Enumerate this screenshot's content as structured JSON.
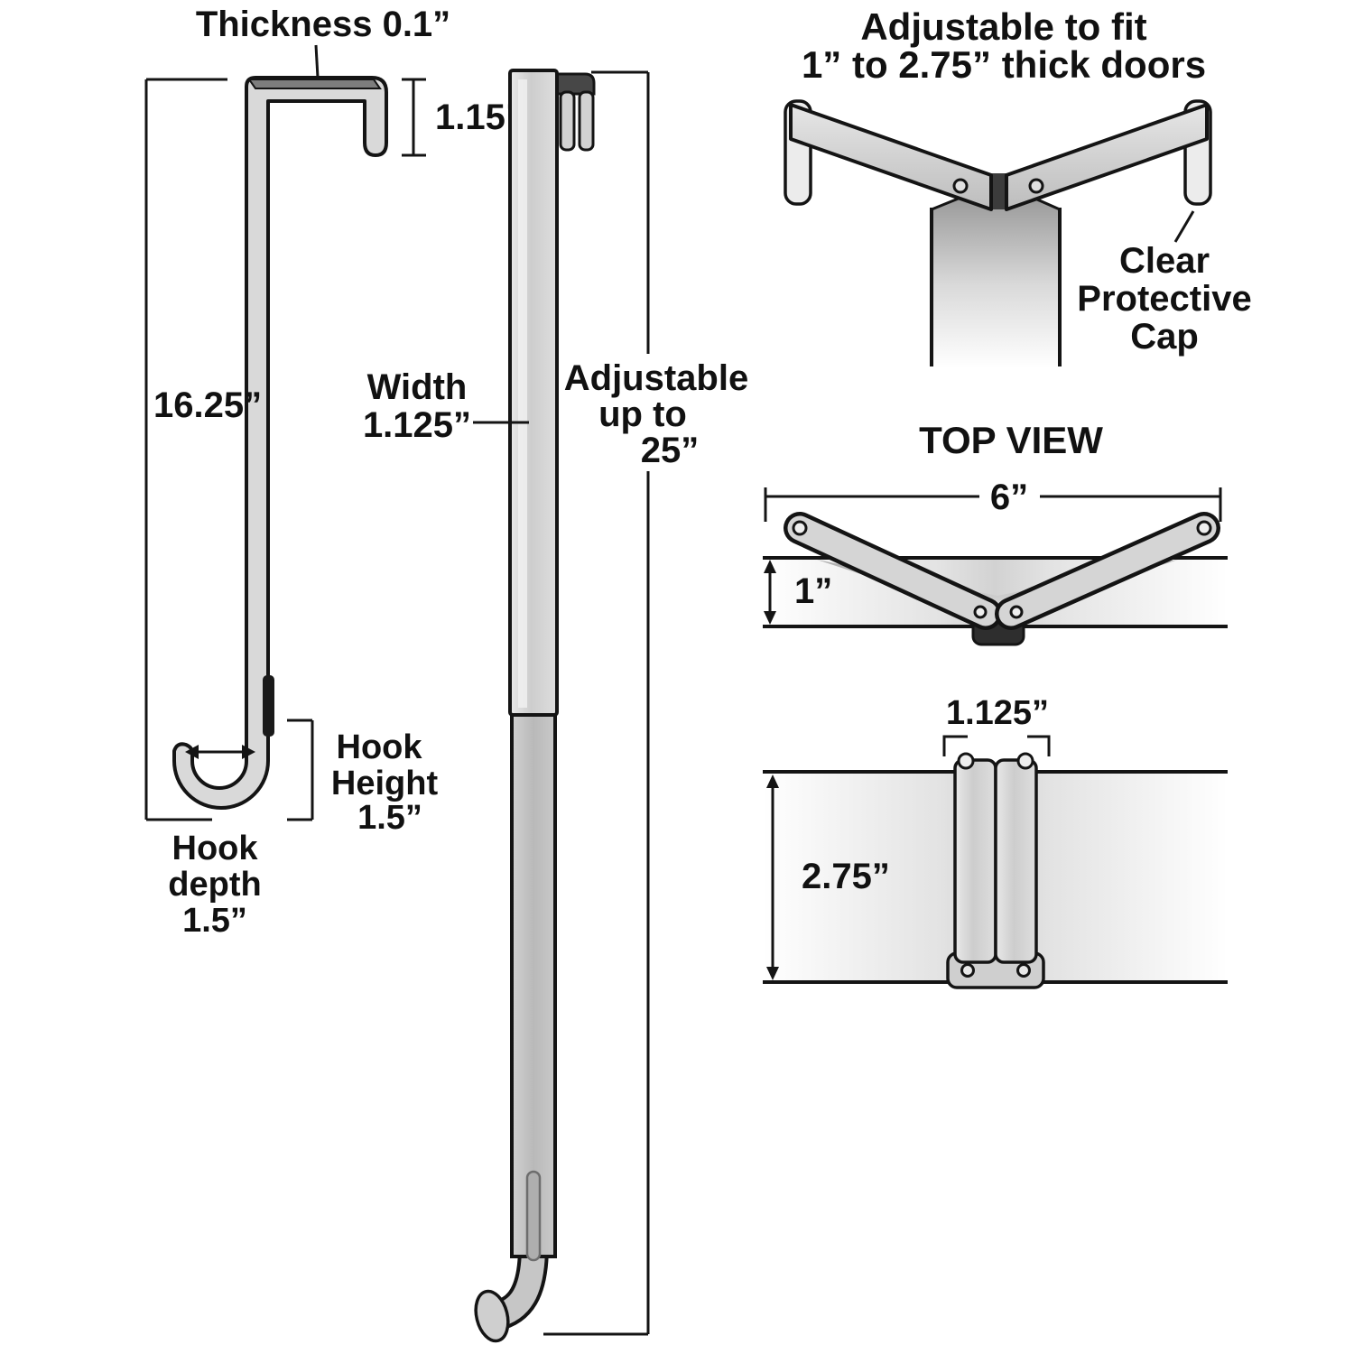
{
  "side_view": {
    "thickness": "Thickness 0.1”",
    "lip": "1.15”",
    "height": "16.25”",
    "hook_height": [
      "Hook",
      "Height",
      "1.5”"
    ],
    "hook_depth": [
      "Hook",
      "depth",
      "1.5”"
    ]
  },
  "front_view": {
    "width": [
      "Width",
      "1.125”"
    ],
    "adjustable": [
      "Adjustable",
      "up to",
      "25”"
    ]
  },
  "door_fit_view": {
    "title": [
      "Adjustable to fit",
      "1” to 2.75” thick doors"
    ],
    "cap": [
      "Clear",
      "Protective",
      "Cap"
    ]
  },
  "top_view": {
    "title": "TOP VIEW",
    "width": "6”",
    "depth": "1”"
  },
  "bottom_view": {
    "width": "1.125”",
    "depth": "2.75”"
  },
  "colors": {
    "metal_light": "#d9d9d9",
    "metal_mid": "#c6c6c6",
    "stroke": "#141414"
  }
}
